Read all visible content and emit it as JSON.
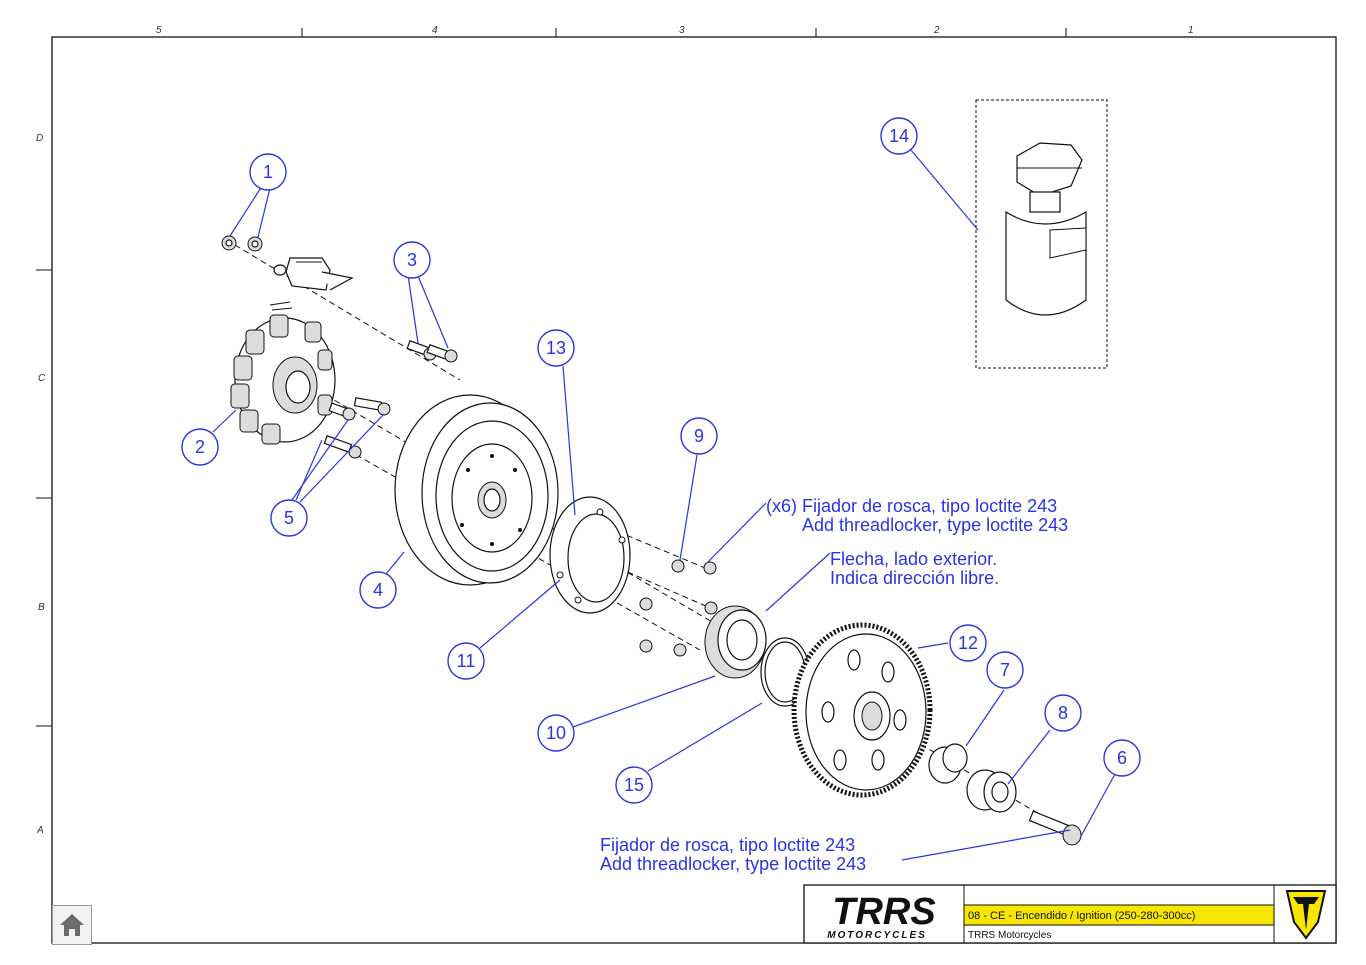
{
  "zones": {
    "columns": [
      "5",
      "4",
      "3",
      "2",
      "1"
    ],
    "rows": [
      "D",
      "C",
      "B",
      "A"
    ]
  },
  "callouts": [
    "1",
    "2",
    "3",
    "4",
    "5",
    "6",
    "7",
    "8",
    "9",
    "10",
    "11",
    "12",
    "13",
    "14",
    "15"
  ],
  "notes": {
    "threadlocker_x6_es": "(x6) Fijador de rosca, tipo loctite 243",
    "threadlocker_x6_en": "Add threadlocker, type loctite 243",
    "arrow_es": "Flecha, lado exterior.",
    "arrow_en": "Indica dirección libre.",
    "threadlocker_es": "Fijador de rosca, tipo loctite 243",
    "threadlocker_en": "Add threadlocker, type loctite 243"
  },
  "title_block": {
    "logo_text": "TRRS",
    "logo_sub": "MOTORCYCLES",
    "drawing_title": "08 - CE - Encendido / Ignition (250-280-300cc)",
    "company": "TRRS Motorcycles"
  },
  "icons": {
    "home": "home-icon",
    "brand": "trrs-shield-icon"
  },
  "colors": {
    "callout_blue": "#2b34e0",
    "title_yellow": "#f6e600",
    "line_black": "#111111"
  }
}
